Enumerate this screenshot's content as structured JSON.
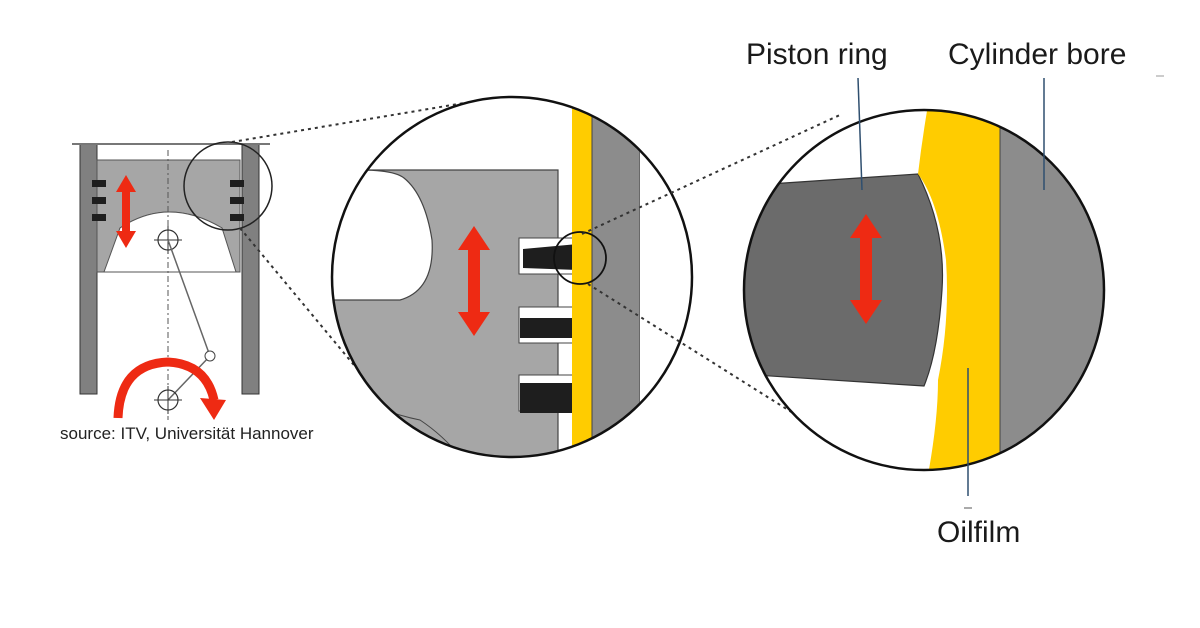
{
  "labels": {
    "piston_ring": "Piston ring",
    "cylinder_bore": "Cylinder bore",
    "oilfilm": "Oilfilm",
    "source": "source: ITV, Universität Hannover"
  },
  "colors": {
    "oil": "#ffcc00",
    "bore": "#8c8c8c",
    "piston": "#a6a6a6",
    "ring": "#1e1e1e",
    "zoom_ring": "#6b6b6b",
    "arrow": "#ee2a13"
  }
}
